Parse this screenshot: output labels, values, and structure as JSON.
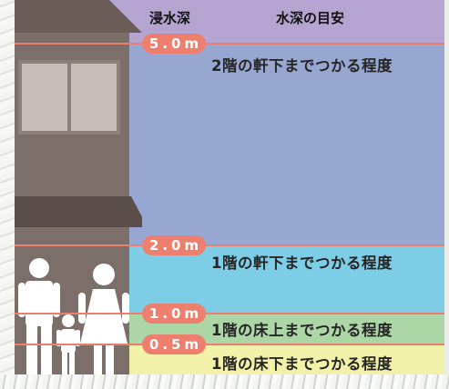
{
  "header": {
    "col_depth": "浸水深",
    "col_guide": "水深の目安"
  },
  "levels": [
    {
      "depth": "5.0m",
      "description": "2階の軒下までつかる程度"
    },
    {
      "depth": "2.0m",
      "description": "1階の軒下までつかる程度"
    },
    {
      "depth": "1.0m",
      "description": "1階の床上までつかる程度"
    },
    {
      "depth": "0.5m",
      "description": "1階の床下までつかる程度"
    }
  ],
  "colors": {
    "band_above_5m": "#b5a4d0",
    "band_2m_to_5m": "#97a7d2",
    "band_1m_to_2m": "#7ecde6",
    "band_0_5m_to_1m": "#acd6a6",
    "band_below_0_5m": "#f1f1a9",
    "level_marker": "#ee7f6e",
    "house": "#7c6e68"
  }
}
